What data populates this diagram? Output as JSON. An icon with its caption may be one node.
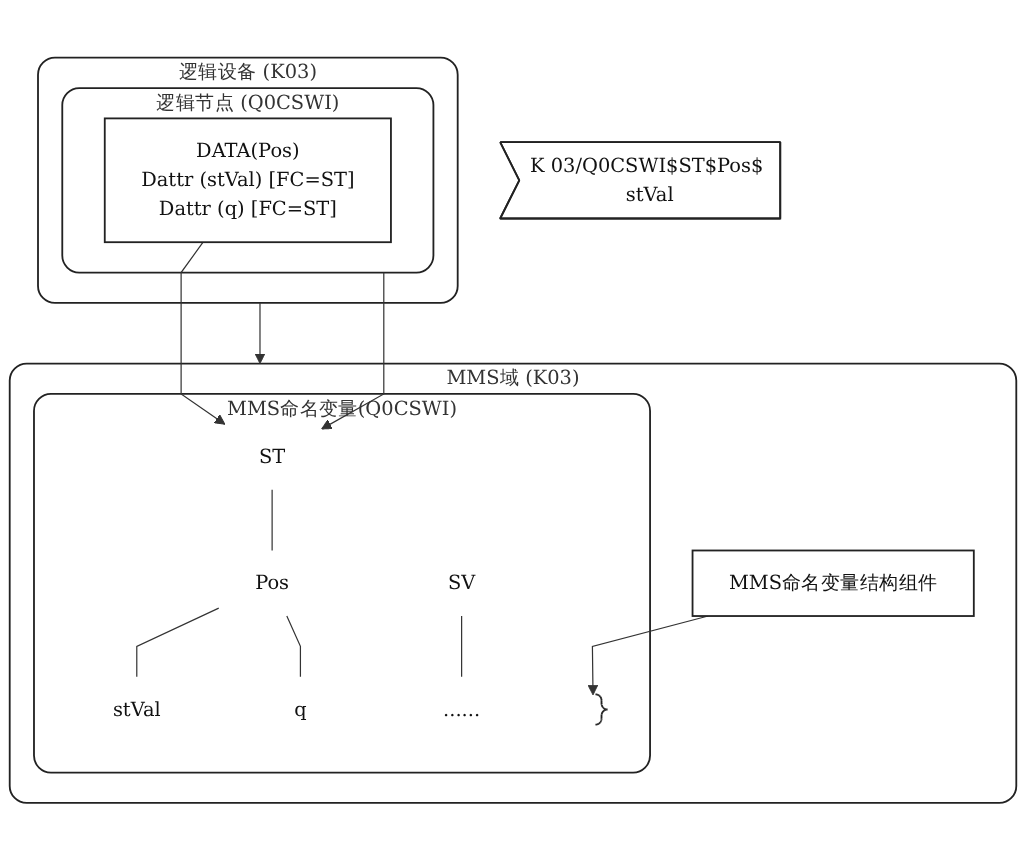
{
  "diagram": {
    "nodes": [
      {
        "text": [
          "逻辑设备 (K03)"
        ]
      },
      {
        "text": [
          "逻辑节点 (Q0CSWI)"
        ],
        "in": 0
      },
      {
        "text": [
          "DATA(Pos)",
          "Dattr (stVal) [FC=ST]",
          "Dattr (q) [FC=ST]"
        ],
        "in": 1
      },
      {
        "text": [
          "K 03/Q0CSWI$ST$Pos$ stVal"
        ]
      },
      {
        "text": [
          "MMS域 (K03)"
        ]
      },
      {
        "text": [
          "MMS命名变量(Q0CSWI)"
        ],
        "in": 4
      },
      {
        "text": [
          "ST"
        ],
        "in": 5
      },
      {
        "text": [
          "Pos"
        ],
        "in": 5
      },
      {
        "text": [
          "stVal"
        ],
        "in": 5
      },
      {
        "text": [
          "q"
        ],
        "in": 5
      },
      {
        "text": [
          "SV"
        ],
        "in": 5
      },
      {
        "text": [
          "......"
        ],
        "in": 5
      },
      {
        "text": [],
        "shape": "brace",
        "in": 5
      },
      {
        "text": [
          "MMS命名变量结构组件"
        ],
        "in": 4
      }
    ],
    "edges": [
      {
        "from": 0,
        "to": 4,
        "arrow": "to"
      },
      {
        "from": 1,
        "to": 6,
        "arrow": "to"
      },
      {
        "from": 2,
        "to": 6,
        "arrow": "to"
      },
      {
        "from": 6,
        "to": 7,
        "arrow": "none"
      },
      {
        "from": 7,
        "to": 8,
        "arrow": "none"
      },
      {
        "from": 7,
        "to": 9,
        "arrow": "none"
      },
      {
        "from": 10,
        "to": 11,
        "arrow": "none"
      },
      {
        "from": 13,
        "to": 12,
        "arrow": "to"
      }
    ]
  }
}
